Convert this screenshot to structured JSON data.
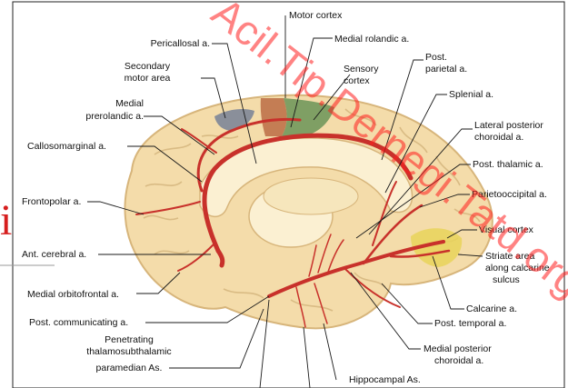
{
  "diagram": {
    "labels": {
      "motor_cortex": "Motor cortex",
      "medial_rolandic": "Medial rolandic a.",
      "pericallosal": "Pericallosal a.",
      "secondary_motor_area_1": "Secondary",
      "secondary_motor_area_2": "motor area",
      "sensory_cortex_1": "Sensory",
      "sensory_cortex_2": "cortex",
      "post_parietal_1": "Post.",
      "post_parietal_2": "parietal a.",
      "medial_prerolandic_1": "Medial",
      "medial_prerolandic_2": "prerolandic a.",
      "splenial": "Splenial a.",
      "lateral_posterior_choroidal_1": "Lateral posterior",
      "lateral_posterior_choroidal_2": "choroidal a.",
      "callosomarginal": "Callosomarginal a.",
      "post_thalamic": "Post. thalamic a.",
      "frontopolar": "Frontopolar a.",
      "parietooccipital": "Parietooccipital a.",
      "visual_cortex": "Visual cortex",
      "ant_cerebral": "Ant. cerebral a.",
      "striate_area_1": "Striate area",
      "striate_area_2": "along calcarine",
      "striate_area_3": "sulcus",
      "medial_orbitofrontal": "Medial orbitofrontal a.",
      "calcarine": "Calcarine a.",
      "post_communicating": "Post. communicating a.",
      "post_temporal": "Post. temporal a.",
      "penetrating_1": "Penetrating",
      "penetrating_2": "thalamosubthalamic",
      "penetrating_3": "paramedian As.",
      "medial_posterior_choroidal_1": "Medial posterior",
      "medial_posterior_choroidal_2": "choroidal a.",
      "hippocampal": "Hippocampal As."
    },
    "watermark": "Acil.Tip.Dernegi.Tatd.org.tr",
    "edge_glyph": "i",
    "colors": {
      "brain": "#f4dcaa",
      "gyri_outline": "#d7b57b",
      "artery": "#c8312b",
      "motor_area": "#c47d54",
      "sensory_area": "#7f9f64",
      "secondary_motor_area": "#8a8f9a",
      "visual_area": "#e8d45a",
      "corpus_callosum": "#fbf0d2",
      "watermark": "#ff1e1e"
    }
  }
}
